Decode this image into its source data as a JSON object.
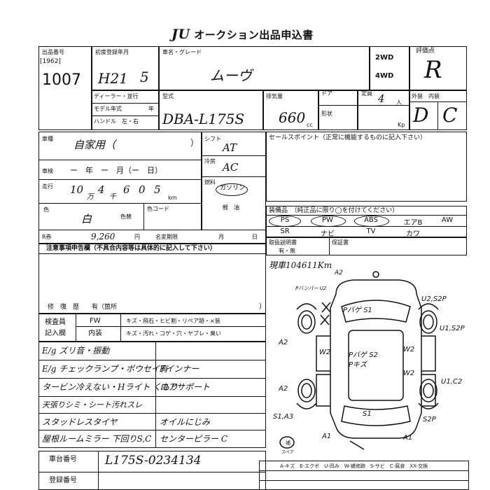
{
  "header": {
    "logo": "JU",
    "title": "オークション出品申込書"
  },
  "lot": {
    "label": "出品番号",
    "sub": "[1962]",
    "number": "1007"
  },
  "first_reg": {
    "label": "初度登録年月",
    "era": "H21",
    "month": "5"
  },
  "model": {
    "label": "車名・グレード",
    "value": "ムーヴ"
  },
  "drive": {
    "wd2": "2WD",
    "wd4": "4WD"
  },
  "rating": {
    "label": "評価点",
    "value": "R"
  },
  "dealer": {
    "dealer": "ディーラー・並行",
    "model_year": "モデル年式",
    "model_year_unit": "年",
    "handle": "ハンドル　左・右"
  },
  "type": {
    "label": "型式",
    "value": "DBA-L175S"
  },
  "displacement": {
    "label": "排気量",
    "value": "660",
    "unit": "cc"
  },
  "doors": {
    "label": "ドア",
    "shape_label": "形状"
  },
  "capacity": {
    "label": "定員",
    "value": "4",
    "unit": "人",
    "kp_unit": "Kp"
  },
  "ext_int": {
    "label": "外装　内装",
    "ext": "D",
    "int": "C"
  },
  "usage": {
    "label": "車種",
    "value": "自家用（",
    "close": "）"
  },
  "shift": {
    "label": "シフト",
    "value": "AT"
  },
  "ac": {
    "label": "冷房",
    "value": "AC"
  },
  "fuel": {
    "label": "燃料",
    "value": "ガソリン",
    "diesel": "軽　油"
  },
  "inspection": {
    "label": "車検",
    "value": "ー　年　ー　月（ー　日）"
  },
  "mileage": {
    "label": "走行",
    "digits": [
      "10",
      "万",
      "4",
      "千",
      "6",
      "0",
      "5"
    ],
    "unit": "km"
  },
  "color": {
    "label": "色",
    "value": "白",
    "num_label": "色替",
    "code_label": "色コード"
  },
  "recycle": {
    "label": "R券",
    "value": "9,260",
    "unit": "円",
    "transfer_label": "名変期限",
    "month": "月",
    "day": "日"
  },
  "sales_point": {
    "label": "セールスポイント（正常に機能するものに記入下さい）"
  },
  "equipment": {
    "label": "装備品　（純正品に限り◯を付けてください）",
    "row1": [
      "PS",
      "PW",
      "ABS",
      "エアB",
      "AW"
    ],
    "row2": [
      "SR",
      "ナビ",
      "TV",
      "カワ",
      ""
    ]
  },
  "nosmoke": {
    "label": "取扱説明書",
    "value": "有・無",
    "warranty": "保証書"
  },
  "notes": {
    "label": "注意事項申告欄（不具合内容等は具体的に記入して下さい）",
    "history": "修　復　歴　　有（箇所",
    "history_close": "）"
  },
  "inspector": {
    "label1": "検査員",
    "label2": "記入欄"
  },
  "inspect_grid": {
    "row1": [
      "FW",
      "キズ・飛石・ヒビ割・リペア跡・×装"
    ],
    "row2": [
      "内装",
      "キズ・汚れ・コゲ・穴・ヤブレ・臭い"
    ]
  },
  "remarks_left": [
    "E/g ズリ音・振動",
    "E/g チェックランプ・ボウセイ有",
    "タービン冷えない・Hライト くもり",
    "天張りシミ・シート汚れスレ",
    "スタッドレスタイヤ",
    "屋根ルームミラー 下回りS,C"
  ],
  "remarks_right": [
    "Fインナー",
    "ロアサポート",
    "オイルにじみ",
    "センターピラー C"
  ],
  "real_mileage": "現車104611Km",
  "diagram": {
    "labels": [
      "A2",
      "Pバンパー U2",
      "Pバゲ S1",
      "U2,S2P",
      "A2",
      "U1,S2P",
      "W2",
      "Pバゲ S2",
      "Pキズ",
      "W2",
      "W2",
      "A2",
      "U1,C2",
      "S1,A3",
      "S1",
      "S2P",
      "A1",
      "A1"
    ],
    "spare": "スペア",
    "mark": "補"
  },
  "chassis": {
    "label": "車台番号",
    "value": "L175S-0234134"
  },
  "registration": {
    "label": "登録番号"
  },
  "legend": "A-キズ　E-エクボ　U-凹み　W-補修跡　S-サビ　C-腐食　XX-交換"
}
